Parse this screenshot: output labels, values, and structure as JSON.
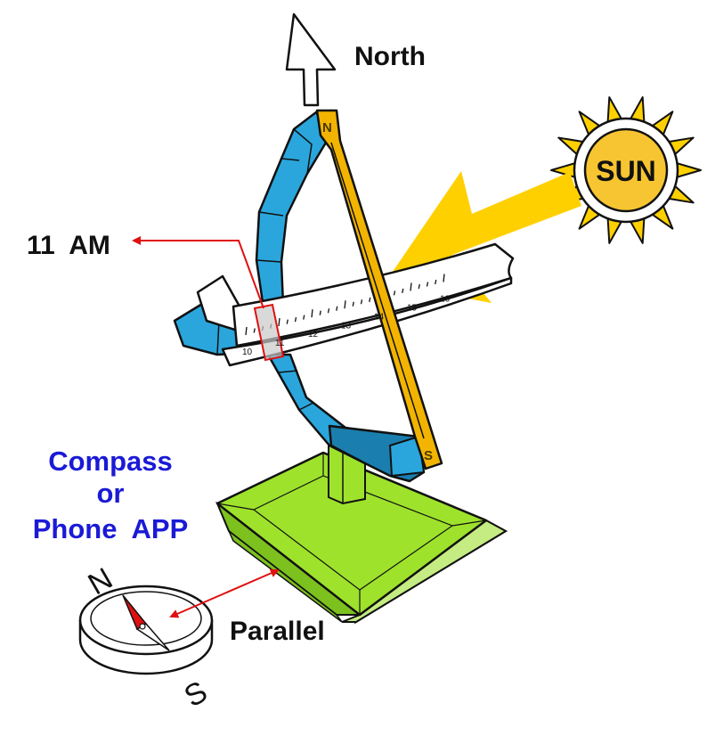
{
  "labels": {
    "north": "North",
    "sun": "SUN",
    "time": "11  AM",
    "compass_line1": "Compass",
    "compass_line2": "or",
    "compass_line3": "Phone  APP",
    "parallel": "Parallel",
    "gnomon_north_letter": "N",
    "gnomon_south_letter": "S",
    "compass_n": "N",
    "compass_s": "S"
  },
  "hour_scale": [
    "10",
    "11",
    "12",
    "13",
    "14",
    "15",
    "16"
  ],
  "colors": {
    "ring_blue": "#2aa6dc",
    "ring_blue_dark": "#1a7fae",
    "gnomon_yellow": "#f2b400",
    "base_top_green": "#9ee22c",
    "base_front_green": "#7cc11e",
    "base_side_green": "#c5ec82",
    "sun_yellow": "#ffd000",
    "sun_disc": "#f7c531",
    "arrow_red": "#e01010",
    "label_blue": "#1a1ad6"
  }
}
